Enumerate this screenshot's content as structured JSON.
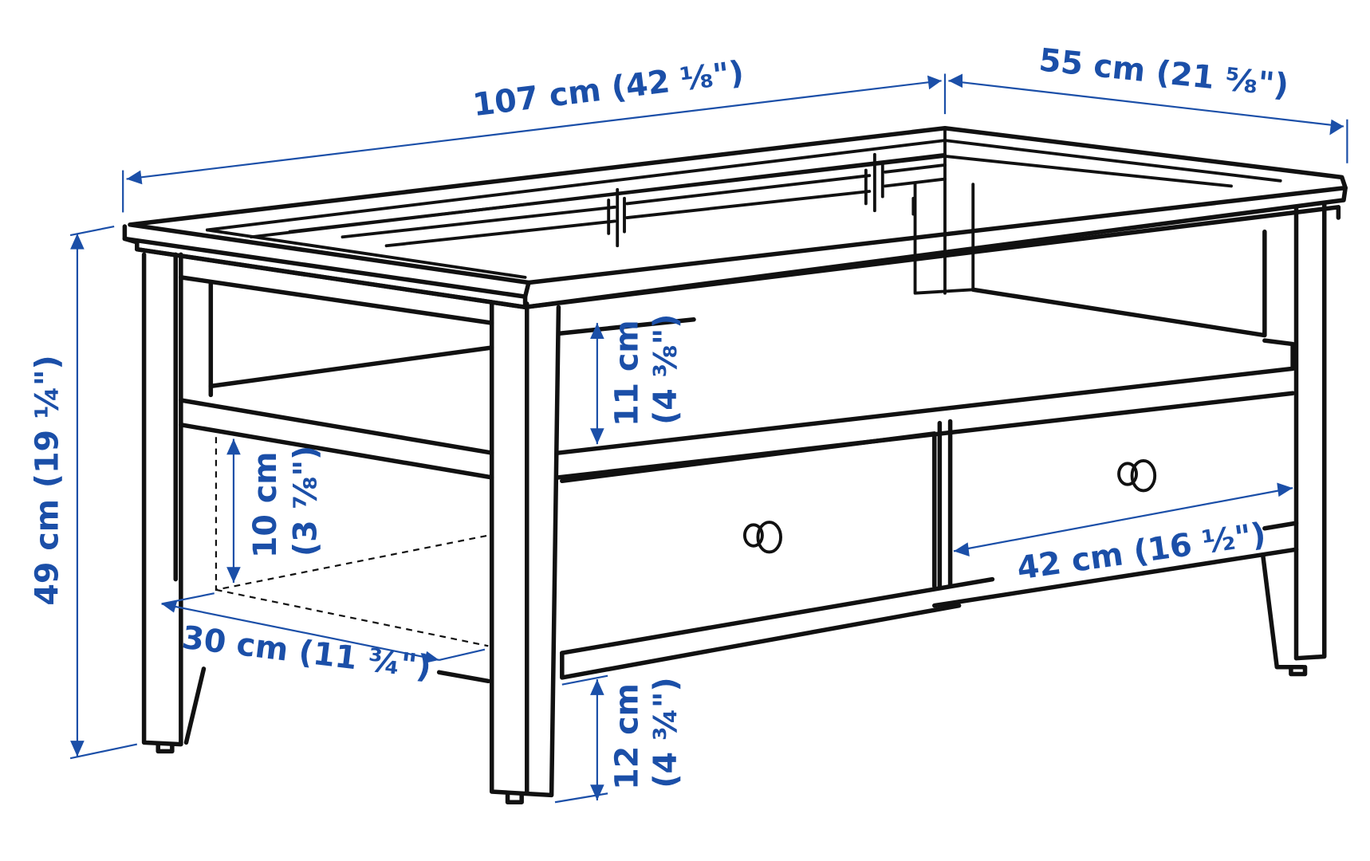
{
  "diagram": {
    "subject": "Coffee table with glass top, open shelf and two drawers — dimension drawing",
    "colors": {
      "line": "#111111",
      "dimension": "#1b4fa8",
      "background": "#ffffff"
    },
    "dimensions": {
      "length": {
        "label": "107 cm (42 ⅛\")",
        "metric_cm": 107,
        "imperial": "42 1/8\""
      },
      "depth": {
        "label": "55 cm (21 ⅝\")",
        "metric_cm": 55,
        "imperial": "21 5/8\""
      },
      "height": {
        "label": "49 cm (19 ¼\")",
        "metric_cm": 49,
        "imperial": "19 1/4\""
      },
      "shelf_clearance": {
        "label_cm": "11 cm",
        "label_in": "(4 ⅜\")",
        "metric_cm": 11,
        "imperial": "4 3/8\""
      },
      "drawer_height": {
        "label_cm": "10 cm",
        "label_in": "(3 ⅞\")",
        "metric_cm": 10,
        "imperial": "3 7/8\""
      },
      "drawer_depth": {
        "label": "30 cm (11 ¾\")",
        "metric_cm": 30,
        "imperial": "11 3/4\""
      },
      "drawer_width": {
        "label": "42 cm (16 ½\")",
        "metric_cm": 42,
        "imperial": "16 1/2\""
      },
      "floor_clearance": {
        "label_cm": "12 cm",
        "label_in": "(4 ¾\")",
        "metric_cm": 12,
        "imperial": "4 3/4\""
      }
    },
    "components": [
      "glass-top-frame",
      "open-shelf",
      "left-drawer",
      "right-drawer",
      "drawer-knobs",
      "tapered-legs"
    ]
  }
}
